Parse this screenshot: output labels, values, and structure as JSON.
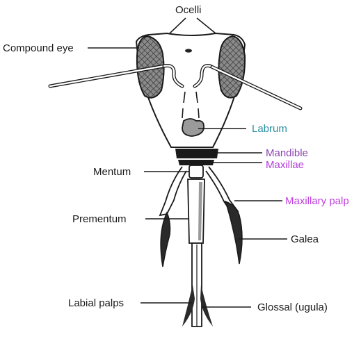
{
  "labels": {
    "ocelli": "Ocelli",
    "compound_eye": "Compound eye",
    "labrum": "Labrum",
    "mandible": "Mandible",
    "maxillae": "Maxillae",
    "mentum": "Mentum",
    "maxillary_palp": "Maxillary palp",
    "prementum": "Prementum",
    "galea": "Galea",
    "labial_palps": "Labial palps",
    "glossal": "Glossal (ugula)"
  },
  "colors": {
    "default_label": "#1a1a1a",
    "labrum": "#2a8fa0",
    "mandible": "#8a44b0",
    "maxillae": "#b33bd6",
    "maxillary_palp": "#c040e0"
  }
}
